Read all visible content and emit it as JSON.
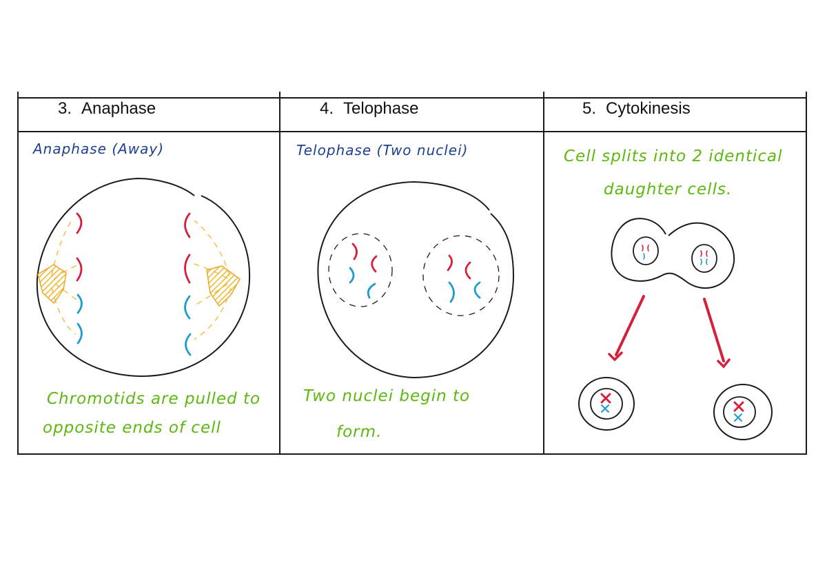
{
  "columns": [
    {
      "number": "3.",
      "title": "Anaphase",
      "subtitle": "Anaphase (Away)",
      "caption": [
        "Chromotids are pulled to",
        "opposite ends of cell"
      ]
    },
    {
      "number": "4.",
      "title": "Telophase",
      "subtitle": "Telophase (Two nuclei)",
      "caption": [
        "Two nuclei begin to",
        "form."
      ]
    },
    {
      "number": "5.",
      "title": "Cytokinesis",
      "caption": [
        "Cell splits into 2 identical",
        "daughter cells."
      ]
    }
  ],
  "colors": {
    "outline": "#1a1a1a",
    "chromatid_red": "#d6203a",
    "chromatid_blue": "#1e9bd0",
    "spindle": "#f2b62a",
    "note_blue": "#1d3f8f",
    "note_green": "#5cb80f",
    "arrow_red": "#d6203a"
  }
}
